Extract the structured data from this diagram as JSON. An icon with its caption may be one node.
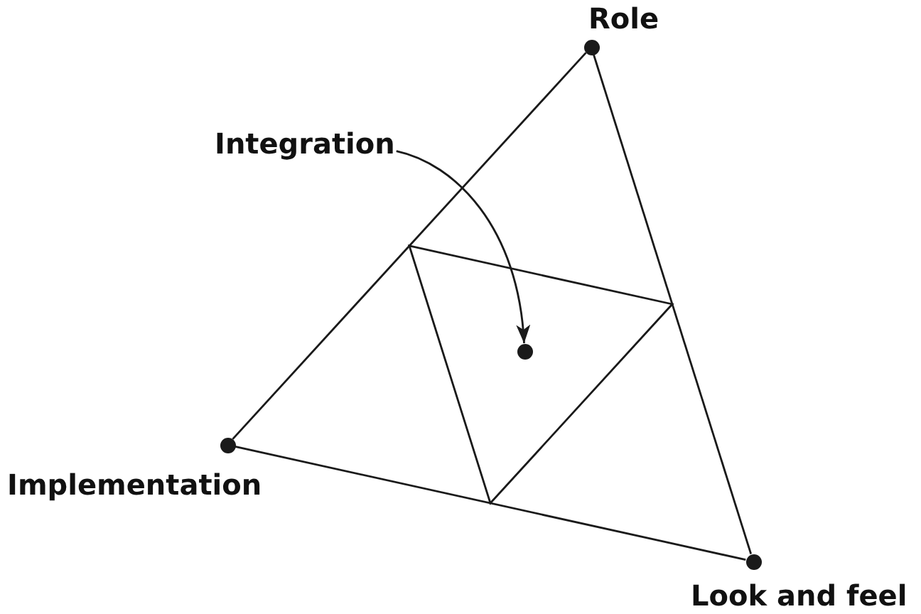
{
  "diagram": {
    "nodes": [
      {
        "text": [],
        "shape": "circle",
        "beside": [
          "Role"
        ]
      },
      {
        "text": [
          "Integration"
        ]
      },
      {
        "text": [],
        "shape": "circle"
      },
      {
        "text": [],
        "shape": "circle",
        "beside": [
          "Implementation"
        ]
      },
      {
        "text": [],
        "shape": "circle",
        "beside": [
          "Look and feel"
        ]
      }
    ],
    "edges": [
      {
        "from": 0,
        "to": 3,
        "arrow": "none"
      },
      {
        "from": 3,
        "to": 4,
        "arrow": "none"
      },
      {
        "from": 4,
        "to": 0,
        "arrow": "none"
      },
      {
        "from": 1,
        "to": 2,
        "arrow": "to"
      }
    ]
  }
}
